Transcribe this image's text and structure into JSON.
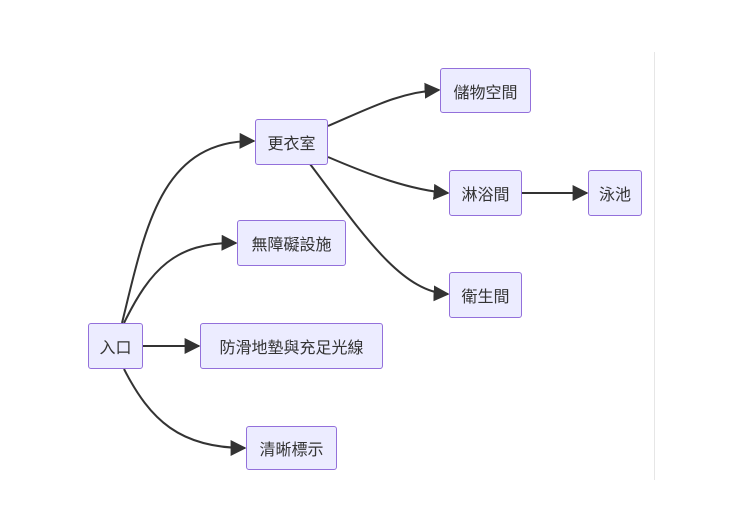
{
  "diagram": {
    "nodes": {
      "entrance": "入口",
      "changing_room": "更衣室",
      "accessibility": "無障礙設施",
      "antislip_lighting": "防滑地墊與充足光線",
      "signage": "清晰標示",
      "storage": "儲物空間",
      "shower": "淋浴間",
      "restroom": "衛生間",
      "pool": "泳池"
    },
    "edges": [
      {
        "from": "entrance",
        "to": "changing_room"
      },
      {
        "from": "entrance",
        "to": "accessibility"
      },
      {
        "from": "entrance",
        "to": "antislip_lighting"
      },
      {
        "from": "entrance",
        "to": "signage"
      },
      {
        "from": "changing_room",
        "to": "storage"
      },
      {
        "from": "changing_room",
        "to": "shower"
      },
      {
        "from": "changing_room",
        "to": "restroom"
      },
      {
        "from": "shower",
        "to": "pool"
      }
    ],
    "colors": {
      "node_fill": "#ECECFF",
      "node_border": "#9370DB",
      "edge": "#333333",
      "text": "#333333"
    }
  }
}
